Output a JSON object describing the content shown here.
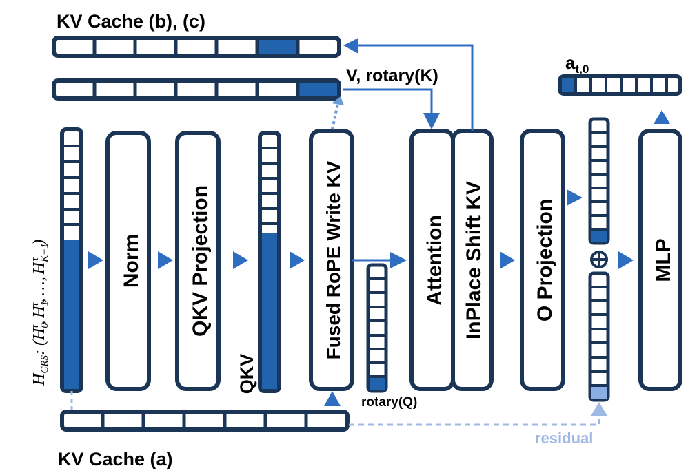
{
  "colors": {
    "dark": "#1b3557",
    "fill": "#2263ad",
    "line": "#4a7fcc",
    "dotted": "#6d9bd8",
    "residual": "#9fb9e4",
    "last_cell": "#8aaee3"
  },
  "labels": {
    "kv_cache_top": "KV Cache (b), (c)",
    "v_rotary_k": "V, rotary(K)",
    "a_base": "a",
    "a_sub": "t,0",
    "input_main": "H",
    "input_sub": "CRS",
    "input_rest": ": (H",
    "h0_sub": "0",
    "h1_sub": "1",
    "hk_sub": "K−1",
    "tau": "τ",
    "ellipsis": "…",
    "comma": ",",
    "close_paren": ")",
    "qkv": "QKV",
    "rotary_q": "rotary(Q)",
    "kv_cache_bottom": "KV Cache (a)",
    "residual": "residual",
    "plus": "⊕"
  },
  "blocks": {
    "norm": "Norm",
    "qkv_projection": "QKV Projection",
    "fused_rope": "Fused RoPE Write KV",
    "attention": "Attention",
    "inplace_shift": "InPlace Shift KV",
    "o_projection": "O Projection",
    "mlp": "MLP"
  }
}
